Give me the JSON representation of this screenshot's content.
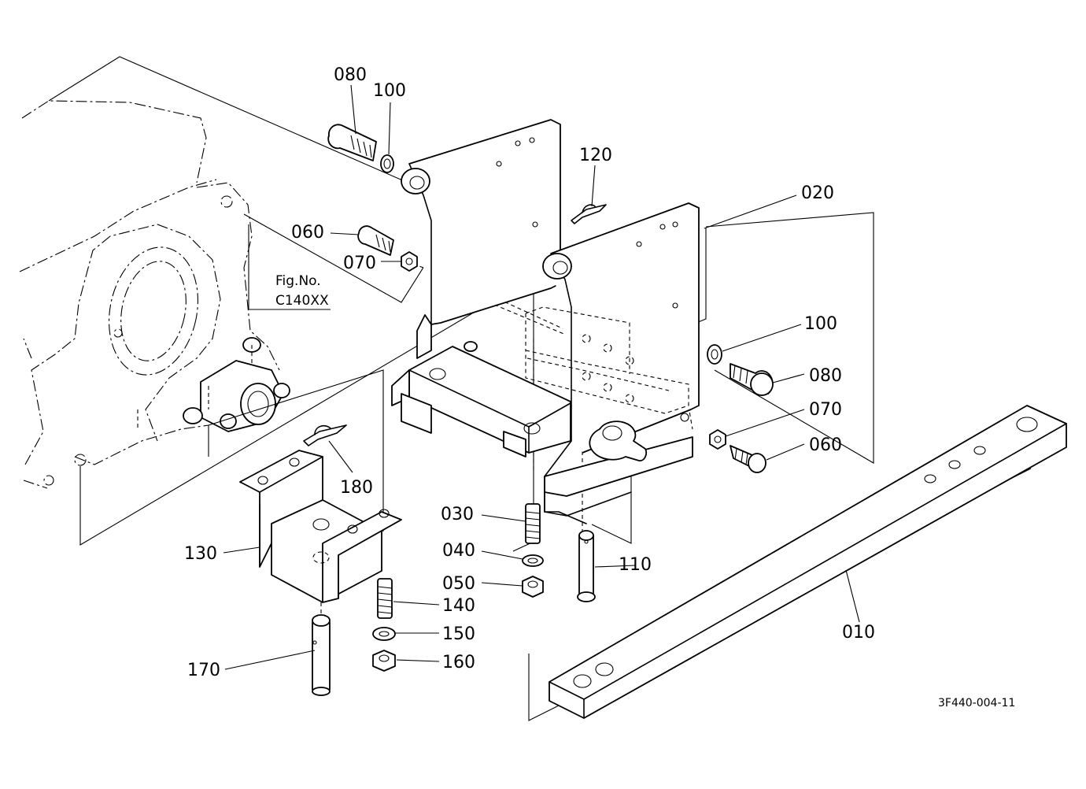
{
  "diagram_code": "3F440-004-11",
  "reference": {
    "line1": "Fig.No.",
    "line2": "C140XX"
  },
  "callouts": {
    "p010": "010",
    "p020": "020",
    "p030": "030",
    "p040": "040",
    "p050": "050",
    "p060_left": "060",
    "p060_right": "060",
    "p070_left": "070",
    "p070_right": "070",
    "p080_left": "080",
    "p080_right": "080",
    "p100_left": "100",
    "p100_right": "100",
    "p110": "110",
    "p120": "120",
    "p130": "130",
    "p140": "140",
    "p150": "150",
    "p160": "160",
    "p170": "170",
    "p180": "180"
  }
}
